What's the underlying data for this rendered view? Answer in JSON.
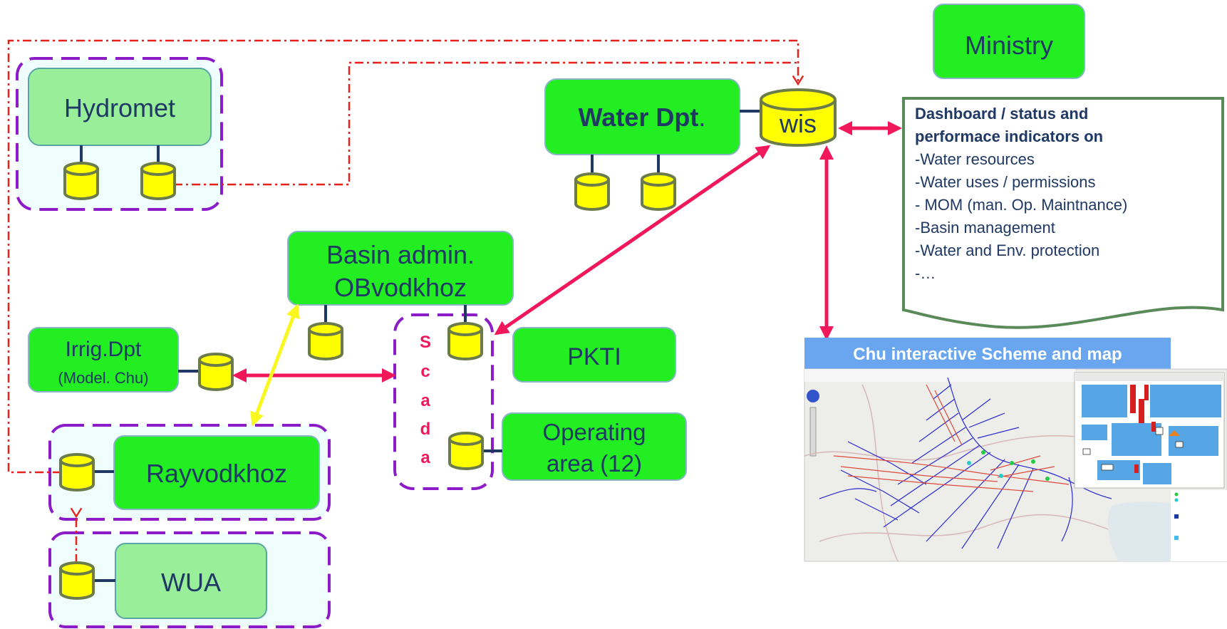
{
  "nodes": {
    "hydromet": "Hydromet",
    "water_dpt": "Water Dpt",
    "water_dpt_suffix": ".",
    "wis": "wis",
    "ministry": "Ministry",
    "basin_admin_line1": "Basin admin.",
    "basin_admin_line2": "OBvodkhoz",
    "irrig_line1": "Irrig.Dpt",
    "irrig_line2": "(Model. Chu)",
    "pkti": "PKTI",
    "operating_line1": "Operating",
    "operating_line2": "area (12)",
    "rayvodkhoz": "Rayvodkhoz",
    "wua": "WUA"
  },
  "scada": [
    "S",
    "c",
    "a",
    "d",
    "a"
  ],
  "dashboard": {
    "title_line1": "Dashboard / status and",
    "title_line2": "performace indicators on",
    "items": [
      "-Water resources",
      "-Water uses / permissions",
      "- MOM (man. Op. Maintnance)",
      "-Basin management",
      "-Water and Env. protection",
      "-…"
    ]
  },
  "map_panel": {
    "title": "Chu interactive Scheme and map"
  },
  "colors": {
    "node_green": "#22ee22",
    "node_light_green": "#99ef99",
    "database_yellow": "#ffff00",
    "group_border_purple": "#8b1cc7",
    "link_pink": "#f0185a",
    "link_yellow": "#f8f820",
    "dashdot_red": "#e8201a",
    "map_header_blue": "#6aa6f0"
  }
}
